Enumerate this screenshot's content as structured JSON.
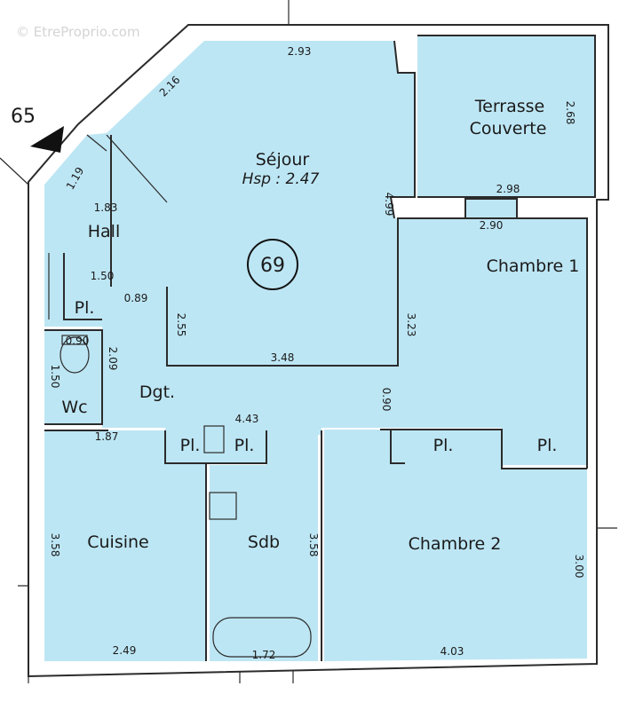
{
  "watermark": "© EtreProprio.com",
  "orientation_number": "65",
  "apartment_number": "69",
  "rooms": {
    "sejour": "Séjour",
    "sejour_height": "Hsp : 2.47",
    "terrasse_line1": "Terrasse",
    "terrasse_line2": "Couverte",
    "chambre1": "Chambre 1",
    "chambre2": "Chambre 2",
    "hall": "Hall",
    "dgt": "Dgt.",
    "wc": "Wc",
    "cuisine": "Cuisine",
    "sdb": "Sdb",
    "pl": "Pl."
  },
  "dimensions": {
    "d_293": "2.93",
    "d_216": "2.16",
    "d_119": "1.19",
    "d_183": "1.83",
    "d_499": "4.99",
    "d_268": "2.68",
    "d_298": "2.98",
    "d_290": "2.90",
    "d_150a": "1.50",
    "d_089": "0.89",
    "d_255": "2.55",
    "d_323": "3.23",
    "d_348": "3.48",
    "d_090a": "0.90",
    "d_209": "2.09",
    "d_150b": "1.50",
    "d_090b": "0.90",
    "d_443": "4.43",
    "d_187": "1.87",
    "d_358a": "3.58",
    "d_358b": "3.58",
    "d_300": "3.00",
    "d_249": "2.49",
    "d_172": "1.72",
    "d_403": "4.03"
  }
}
